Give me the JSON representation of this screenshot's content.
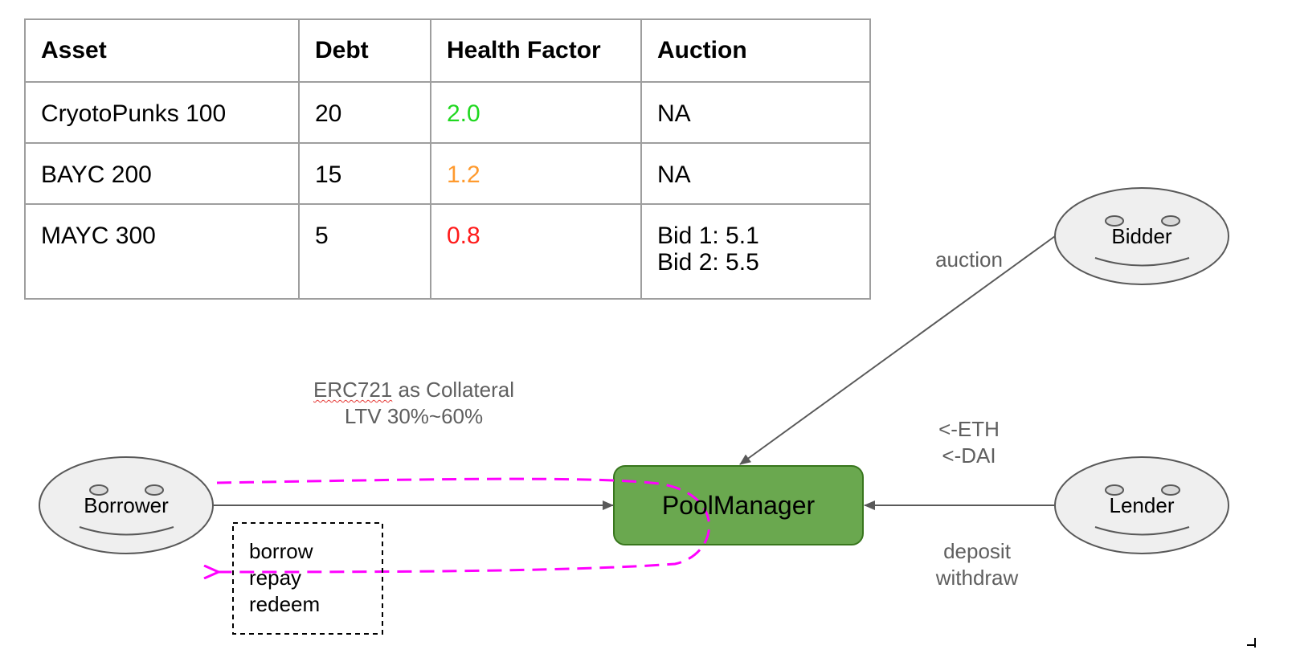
{
  "table": {
    "headers": [
      "Asset",
      "Debt",
      "Health Factor",
      "Auction"
    ],
    "rows": [
      {
        "asset": "CryotoPunks 100",
        "debt": "20",
        "health": "2.0",
        "health_color": "#1fd81f",
        "auction": "NA"
      },
      {
        "asset": "BAYC 200",
        "debt": "15",
        "health": "1.2",
        "health_color": "#ff9a2e",
        "auction": "NA"
      },
      {
        "asset": "MAYC 300",
        "debt": "5",
        "health": "0.8",
        "health_color": "#ff1a1a",
        "auction": "Bid 1: 5.1\nBid 2: 5.5"
      }
    ]
  },
  "nodes": {
    "borrower": "Borrower",
    "bidder": "Bidder",
    "lender": "Lender",
    "pool_manager": "PoolManager"
  },
  "labels": {
    "collateral_erc": "ERC721",
    "collateral_rest": " as Collateral",
    "ltv": "LTV 30%~60%",
    "auction": "auction",
    "tokens": "<-ETH\n<-DAI",
    "deposit": "deposit\nwithdraw",
    "actions": "borrow\nrepay\nredeem"
  },
  "colors": {
    "pool_fill": "#6aa84f",
    "pool_stroke": "#38761d",
    "face_fill": "#efefef",
    "arrow": "#595959",
    "dashed_return": "#ff00ff"
  }
}
